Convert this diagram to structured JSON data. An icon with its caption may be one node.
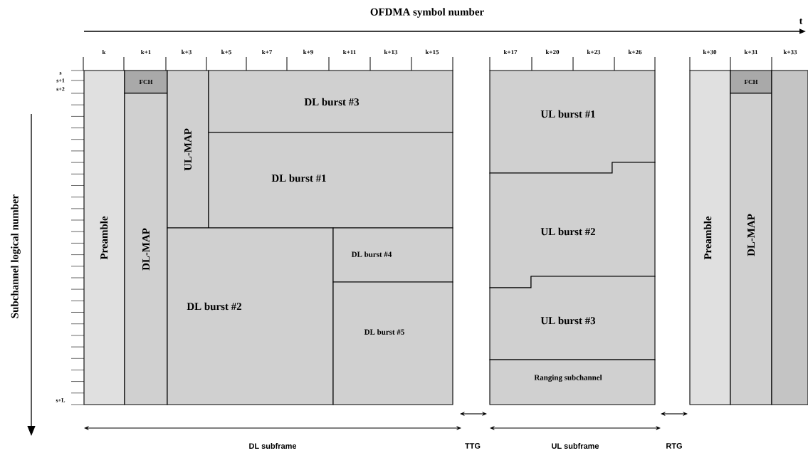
{
  "diagram": {
    "nodes": [
      {
        "text": [
          "Preamble"
        ]
      },
      {
        "text": [
          "FCH"
        ]
      },
      {
        "text": [
          "DL-MAP"
        ]
      },
      {
        "text": [
          "UL-MAP"
        ]
      },
      {
        "text": [
          "DL burst #3"
        ]
      },
      {
        "text": [
          "DL burst #1"
        ]
      },
      {
        "text": [
          "DL burst #2"
        ]
      },
      {
        "text": [
          "DL  burst #4"
        ]
      },
      {
        "text": [
          "DL burst #5"
        ]
      },
      {
        "text": [
          "UL burst #1"
        ]
      },
      {
        "text": [
          "UL burst #2"
        ]
      },
      {
        "text": [
          "UL burst #3"
        ]
      },
      {
        "text": [
          "Ranging subchannel"
        ]
      },
      {
        "text": [
          "Preamble"
        ]
      },
      {
        "text": [
          "FCH"
        ]
      },
      {
        "text": [
          "DL-MAP"
        ]
      },
      {
        "text": [],
        "shape": "box"
      }
    ],
    "labels": [
      "OFDMA symbol number",
      "t",
      "k",
      "k+1",
      "k+3",
      "k+5",
      "k+7",
      "k+9",
      "k+11",
      "k+13",
      "k+15",
      "k+17",
      "k+20",
      "k+23",
      "k+26",
      "k+30",
      "k+31",
      "k+33",
      "s",
      "s+1",
      "s+2",
      "s+L",
      "Subchannel logical number",
      "DL subframe",
      "TTG",
      "UL subframe",
      "RTG"
    ]
  }
}
